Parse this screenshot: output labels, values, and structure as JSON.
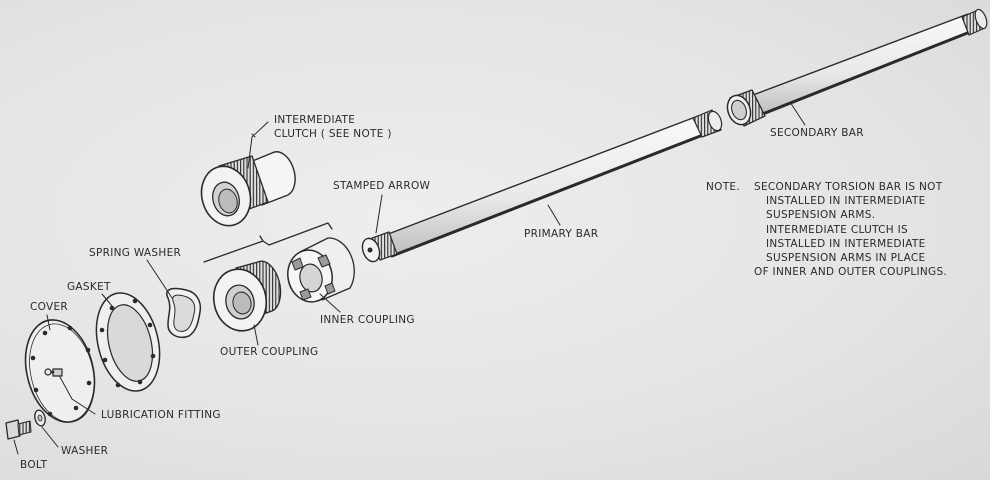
{
  "labels": {
    "intermediate_clutch_line1": "INTERMEDIATE",
    "intermediate_clutch_line2": "CLUTCH ( SEE NOTE )",
    "stamped_arrow": "STAMPED ARROW",
    "secondary_bar": "SECONDARY BAR",
    "primary_bar": "PRIMARY BAR",
    "spring_washer": "SPRING WASHER",
    "gasket": "GASKET",
    "cover": "COVER",
    "inner_coupling": "INNER COUPLING",
    "outer_coupling": "OUTER COUPLING",
    "lubrication_fitting": "LUBRICATION FITTING",
    "washer": "WASHER",
    "bolt": "BOLT"
  },
  "note": {
    "prefix": "NOTE.",
    "lines": [
      "SECONDARY TORSION BAR IS NOT",
      "INSTALLED IN INTERMEDIATE",
      "SUSPENSION ARMS.",
      "INTERMEDIATE CLUTCH IS",
      "INSTALLED IN INTERMEDIATE",
      "SUSPENSION ARMS IN PLACE",
      "OF INNER AND OUTER COUPLINGS."
    ]
  },
  "colors": {
    "ink": "#2a2a2a",
    "background": "#e6e6e6",
    "part_fill": "#f4f4f4"
  }
}
